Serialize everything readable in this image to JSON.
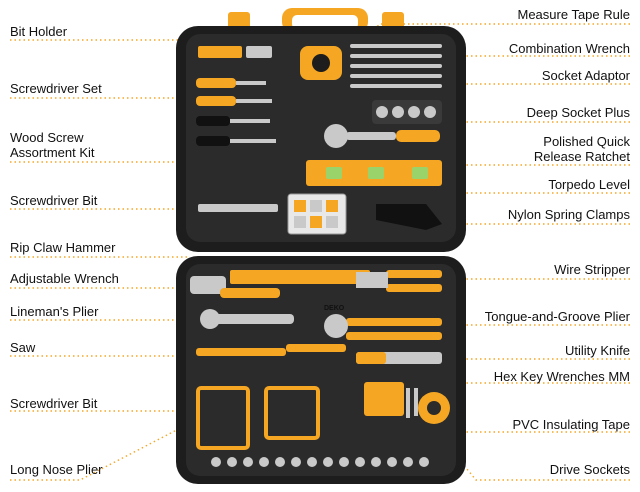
{
  "left_labels": [
    {
      "id": "bit-holder",
      "text": "Bit Holder"
    },
    {
      "id": "screwdriver-set",
      "text": "Screwdriver Set"
    },
    {
      "id": "wood-screw-kit",
      "text": "Wood Screw\nAssortment Kit"
    },
    {
      "id": "screwdriver-bit-top",
      "text": "Screwdriver Bit"
    },
    {
      "id": "rip-claw-hammer",
      "text": "Rip Claw Hammer"
    },
    {
      "id": "adjustable-wrench",
      "text": "Adjustable Wrench"
    },
    {
      "id": "linemans-plier",
      "text": "Lineman's Plier"
    },
    {
      "id": "saw",
      "text": "Saw"
    },
    {
      "id": "screwdriver-bit-bottom",
      "text": "Screwdriver Bit"
    },
    {
      "id": "long-nose-plier",
      "text": "Long Nose Plier"
    }
  ],
  "right_labels": [
    {
      "id": "measure-tape-rule",
      "text": "Measure Tape Rule"
    },
    {
      "id": "combination-wrench",
      "text": "Combination Wrench"
    },
    {
      "id": "socket-adaptor",
      "text": "Socket Adaptor"
    },
    {
      "id": "deep-socket-plus",
      "text": "Deep Socket Plus"
    },
    {
      "id": "polished-quick-release-ratchet",
      "text": "Polished Quick\nRelease Ratchet"
    },
    {
      "id": "torpedo-level",
      "text": "Torpedo Level"
    },
    {
      "id": "nylon-spring-clamps",
      "text": "Nylon Spring Clamps"
    },
    {
      "id": "wire-stripper",
      "text": "Wire Stripper"
    },
    {
      "id": "tongue-and-groove-plier",
      "text": "Tongue-and-Groove Plier"
    },
    {
      "id": "utility-knife",
      "text": "Utility Knife"
    },
    {
      "id": "hex-key-wrenches",
      "text": "Hex Key Wrenches MM"
    },
    {
      "id": "pvc-insulating-tape",
      "text": "PVC Insulating Tape"
    },
    {
      "id": "drive-sockets",
      "text": "Drive Sockets"
    }
  ],
  "brand": {
    "text": "DEKO"
  },
  "colors": {
    "case": "#1d1d1d",
    "tray": "#2b2b2b",
    "accent": "#f5a623",
    "metal": "#c9c9c9",
    "leader": "#f5a623"
  }
}
